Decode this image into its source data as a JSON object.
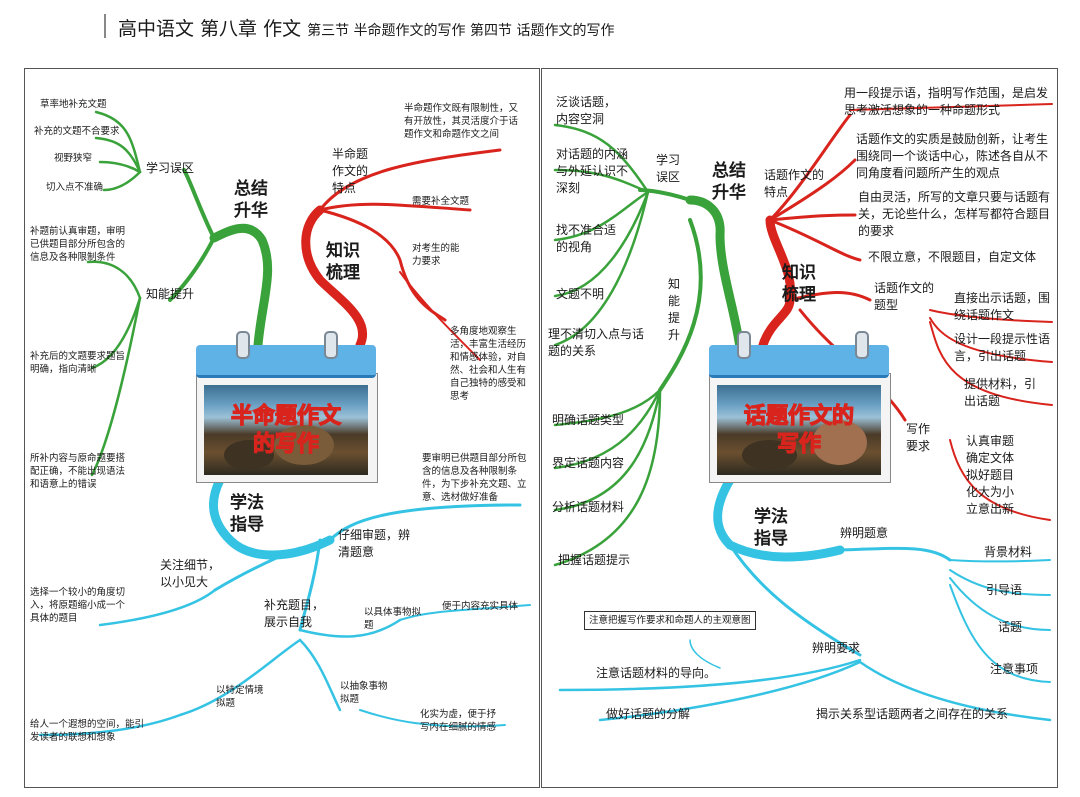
{
  "header": {
    "main": "高中语文 第八章 作文",
    "sub": "第三节 半命题作文的写作 第四节 话题作文的写作"
  },
  "left": {
    "center_title": "半命题作文的写作",
    "summary": {
      "label": "总结升华",
      "mistakes": {
        "label": "学习误区",
        "items": [
          "草率地补充文题",
          "补充的文题不合要求",
          "视野狭窄",
          "切入点不准确"
        ]
      },
      "ability": {
        "label": "知能提升",
        "items": [
          "补题前认真审题，审明已供题目部分所包含的信息及各种限制条件",
          "补充后的文题要求题旨明确，指向清晰",
          "所补内容与原命题要搭配正确，不能出现语法和语意上的错误"
        ]
      }
    },
    "knowledge": {
      "label": "知识梳理",
      "features": {
        "label": "半命题作文的特点",
        "desc": "半命题作文既有限制性，又有开放性，其灵活度介于话题作文和命题作文之间",
        "need": "需要补全文题"
      },
      "ability_req": {
        "label": "对考生的能力要求",
        "desc": "多角度地观察生活，丰富生活经历和情感体验，对自然、社会和人生有自己独特的感受和思考"
      }
    },
    "method": {
      "label": "学法指导",
      "review": {
        "label": "仔细审题，辨清题意",
        "desc": "要审明已供题目部分所包含的信息及各种限制条件，为下步补充文题、立意、选材做好准备"
      },
      "detail": {
        "label": "关注细节，以小见大",
        "desc": "选择一个较小的角度切入，将原题缩小成一个具体的题目"
      },
      "complete": {
        "label": "补充题目，展示自我",
        "concrete": "以具体事物拟题",
        "concrete_desc": "便于内容充实具体",
        "abstract": "以抽象事物拟题",
        "abstract_desc": "化实为虚，便于抒写内在细腻的情感",
        "situation": "以特定情境拟题",
        "situation_desc": "给人一个遐想的空间，能引发读者的联想和想象"
      }
    }
  },
  "right": {
    "center_title": "话题作文的写作",
    "summary": {
      "label": "总结升华",
      "mistakes": {
        "label": "学习误区",
        "items": [
          "泛谈话题，内容空洞",
          "对话题的内涵与外延认识不深刻",
          "找不准合适的视角",
          "文题不明",
          "理不清切入点与话题的关系"
        ]
      },
      "ability": {
        "label": "知能提升",
        "items": [
          "明确话题类型",
          "界定话题内容",
          "分析话题材料",
          "把握话题提示"
        ]
      }
    },
    "knowledge": {
      "label": "知识梳理",
      "features": {
        "label": "话题作文的特点",
        "items": [
          "用一段提示语，指明写作范围，是启发思考激活想象的一种命题形式",
          "话题作文的实质是鼓励创新，让考生围绕同一个谈话中心，陈述各自从不同角度看问题所产生的观点",
          "自由灵活，所写的文章只要与话题有关，无论些什么，怎样写都符合题目的要求",
          "不限立意，不限题目，自定文体"
        ]
      },
      "types": {
        "label": "话题作文的题型",
        "items": [
          "直接出示话题，围绕话题作文",
          "设计一段提示性语言，引出话题",
          "提供材料，引出话题"
        ]
      },
      "writing": {
        "label": "写作要求",
        "desc": "认真审题确定文体拟好题目化大为小立意出新"
      }
    },
    "method": {
      "label": "学法指导",
      "clarify": {
        "label": "辨明题意",
        "items": [
          "背景材料",
          "引导语",
          "话题",
          "注意事项"
        ]
      },
      "requirements": {
        "label": "辨明要求",
        "note": "注意把握写作要求和命题人的主观意图",
        "guide": "注意话题材料的导向。",
        "decompose": "做好话题的分解",
        "relation": "揭示关系型话题两者之间存在的关系"
      }
    }
  },
  "colors": {
    "summary_green": "#3aa23a",
    "knowledge_red": "#d8241c",
    "method_cyan": "#35c3e4",
    "calendar_blue": "#5fb2e6"
  }
}
